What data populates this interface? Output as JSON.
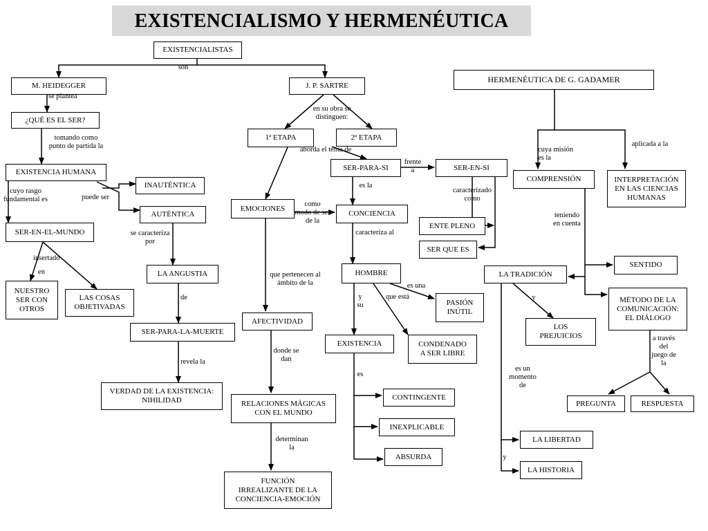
{
  "title": "EXISTENCIALISMO Y HERMENÉUTICA",
  "nodes": {
    "existencialistas": "EXISTENCIALISTAS",
    "heidegger": "M. HEIDEGGER",
    "que_es_ser": "¿QUÉ ES EL SER?",
    "existencia_humana": "EXISTENCIA HUMANA",
    "inautentica": "INAUTÉNTICA",
    "autentica": "AUTÉNTICA",
    "ser_en_el_mundo": "SER-EN-EL-MUNDO",
    "nuestro_ser": "NUESTRO\nSER CON\nOTROS",
    "cosas_objetivadas": "LAS COSAS\nOBJETIVADAS",
    "angustia": "LA ANGUSTIA",
    "ser_para_muerte": "SER-PARA-LA-MUERTE",
    "verdad_existencia": "VERDAD DE LA EXISTENCIA:\nNIHILIDAD",
    "sartre": "J. P.  SARTRE",
    "etapa1": "1ª ETAPA",
    "etapa2": "2ª ETAPA",
    "ser_para_si": "SER-PARA-SI",
    "ser_en_si": "SER-EN-SI",
    "ente_pleno": "ENTE PLENO",
    "ser_que_es": "SER QUE ES",
    "emociones": "EMOCIONES",
    "conciencia": "CONCIENCIA",
    "hombre": "HOMBRE",
    "pasion_inutil": "PASIÓN\nINÚTIL",
    "condenado": "CONDENADO\nA SER LIBRE",
    "existencia": "EXISTENCIA",
    "contingente": "CONTINGENTE",
    "inexplicable": "INEXPLICABLE",
    "absurda": "ABSURDA",
    "afectividad": "AFECTIVIDAD",
    "relaciones_magicas": "RELACIONES MÁGICAS\nCON EL MUNDO",
    "funcion": "FUNCIÓN\nIRREALIZANTE DE LA\nCONCIENCIA-EMOCIÓN",
    "gadamer": "HERMENÉUTICA DE G. GADAMER",
    "comprension": "COMPRENSIÓN",
    "interpretacion": "INTERPRETACIÓN\nEN LAS CIENCIAS\nHUMANAS",
    "sentido": "SENTIDO",
    "tradicion": "LA TRADICIÓN",
    "metodo": "MÉTODO DE LA\nCOMUNICACIÓN:\nEL DIÁLOGO",
    "prejuicios": "LOS\nPREJUICIOS",
    "pregunta": "PREGUNTA",
    "respuesta": "RESPUESTA",
    "libertad": "LA LIBERTAD",
    "historia": "LA HISTORIA"
  },
  "labels": {
    "son": "son",
    "se_plantea": "se plantea",
    "tomando_como": "tomando como\npunto de partida la",
    "cuyo_rasgo": "cuyo rasgo\nfundamental es",
    "puede_ser": "puede ser",
    "insertado": "insertado",
    "en": "en",
    "se_caracteriza": "se caracteriza\npor",
    "de": "de",
    "revela_la": "revela la",
    "en_su_obra": "en su obra se\ndistinguen:",
    "aborda": "aborda el tema de",
    "frente": "frente\na",
    "es_la": "es la",
    "caracterizado": "caracterizado\ncomo",
    "como_modo": "como\nmodo de ser\nde la",
    "caracteriza_al": "caracteriza al",
    "que_pertenecen": "que pertenecen al\námbito de la",
    "es_una": "es una",
    "que_esta": "que está",
    "y_su": "y\nsu",
    "es": "es",
    "donde_se_dan": "donde se\ndan",
    "determinan": "determinan\nla",
    "cuya_mision": "cuya misión\nes la",
    "aplicada": "aplicada a la",
    "teniendo": "teniendo\nen cuenta",
    "y_prejuicios": "y",
    "es_un_momento": "es un\nmomento\nde",
    "y_historia": "y",
    "a_traves": "a través\ndel\njuego de\nla"
  }
}
